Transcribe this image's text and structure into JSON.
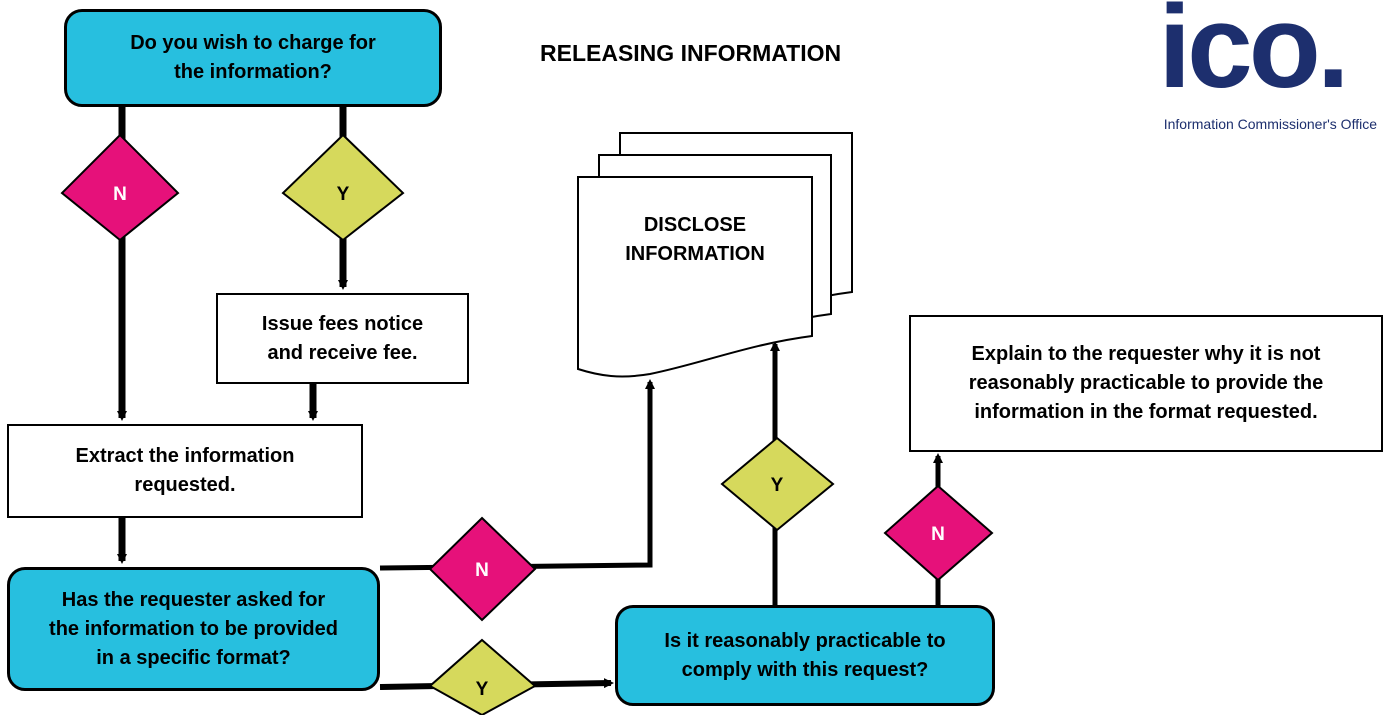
{
  "title": "RELEASING INFORMATION",
  "logo": {
    "mark": "ico.",
    "subtitle": "Information Commissioner's Office"
  },
  "nodes": {
    "charge_question": "Do you wish to charge for\nthe information?",
    "fees_notice": "Issue fees notice\nand receive fee.",
    "extract": "Extract the information\nrequested.",
    "format_question": "Has the requester asked for\nthe information to be provided\nin a specific format?",
    "practicable_question": "Is it reasonably practicable to\ncomply with this request?",
    "explain": "Explain to the requester why it is not\nreasonably practicable to provide the\ninformation in the format requested.",
    "disclose": "DISCLOSE\nINFORMATION"
  },
  "answers": {
    "charge_no": "N",
    "charge_yes": "Y",
    "format_no": "N",
    "format_yes": "Y",
    "practicable_yes": "Y",
    "practicable_no": "N"
  },
  "colors": {
    "decision_fill": "#27bfdf",
    "no_fill": "#e6117a",
    "yes_fill": "#d6d95c",
    "logo": "#1d2f6e"
  }
}
